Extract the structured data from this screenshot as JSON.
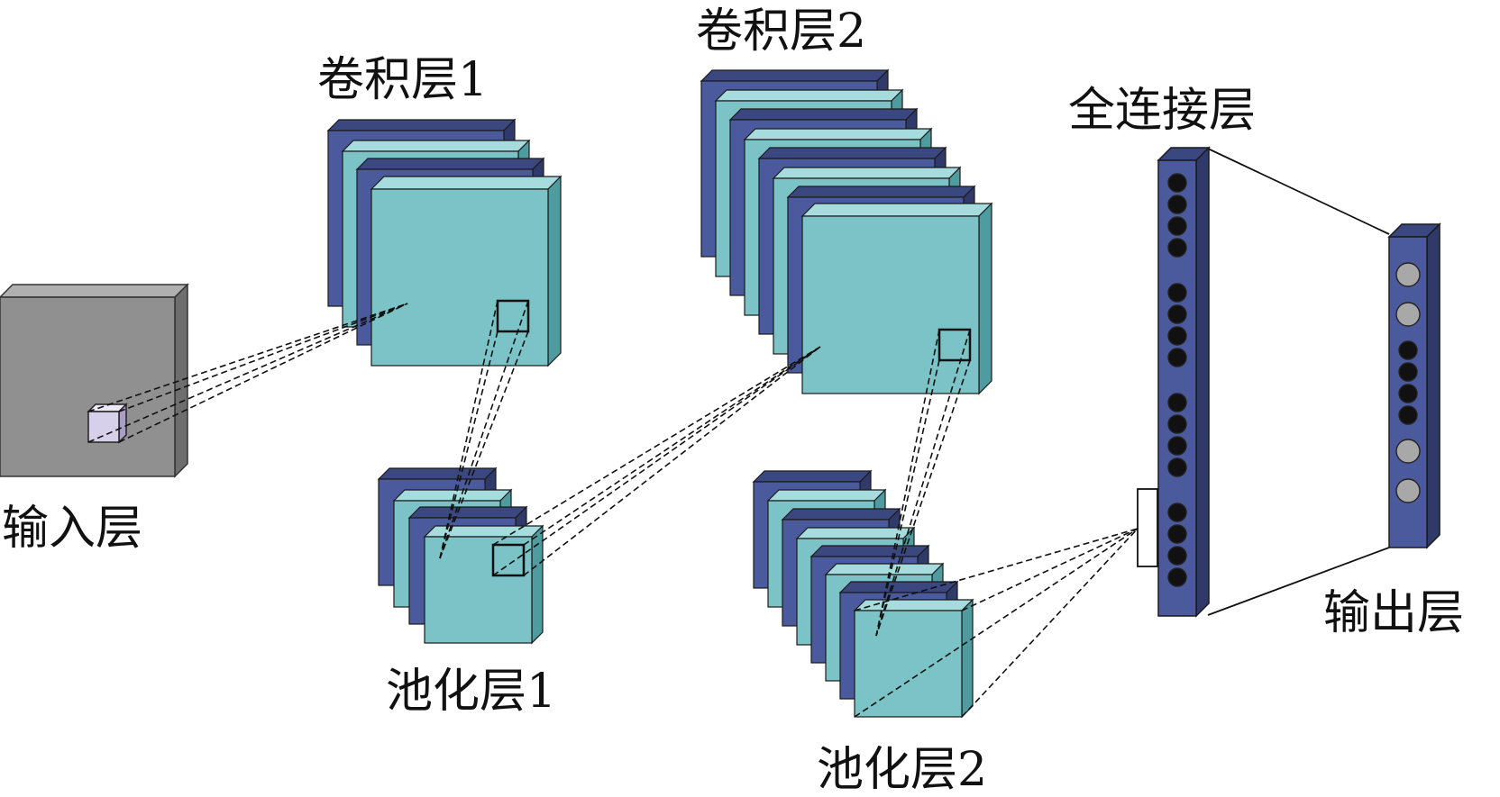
{
  "labels": {
    "input": "输入层",
    "conv1": "卷积层1",
    "pool1": "池化层1",
    "conv2": "卷积层2",
    "pool2": "池化层2",
    "fc": "全连接层",
    "output": "输出层"
  },
  "colors": {
    "dark_map": "#4a5a9c",
    "light_map": "#7bc3c6",
    "input_block": "#909090",
    "input_kernel": "#d6d0ea",
    "fc_bar": "#4a5a9c",
    "neuron_dark": "#111111",
    "neuron_grey": "#a8a8a8"
  },
  "fully_connected": {
    "neuron_groups": [
      4,
      4,
      4,
      4
    ]
  },
  "output_layer": {
    "neurons": [
      "grey",
      "grey",
      "dark",
      "dark",
      "dark",
      "dark",
      "grey",
      "grey"
    ]
  }
}
